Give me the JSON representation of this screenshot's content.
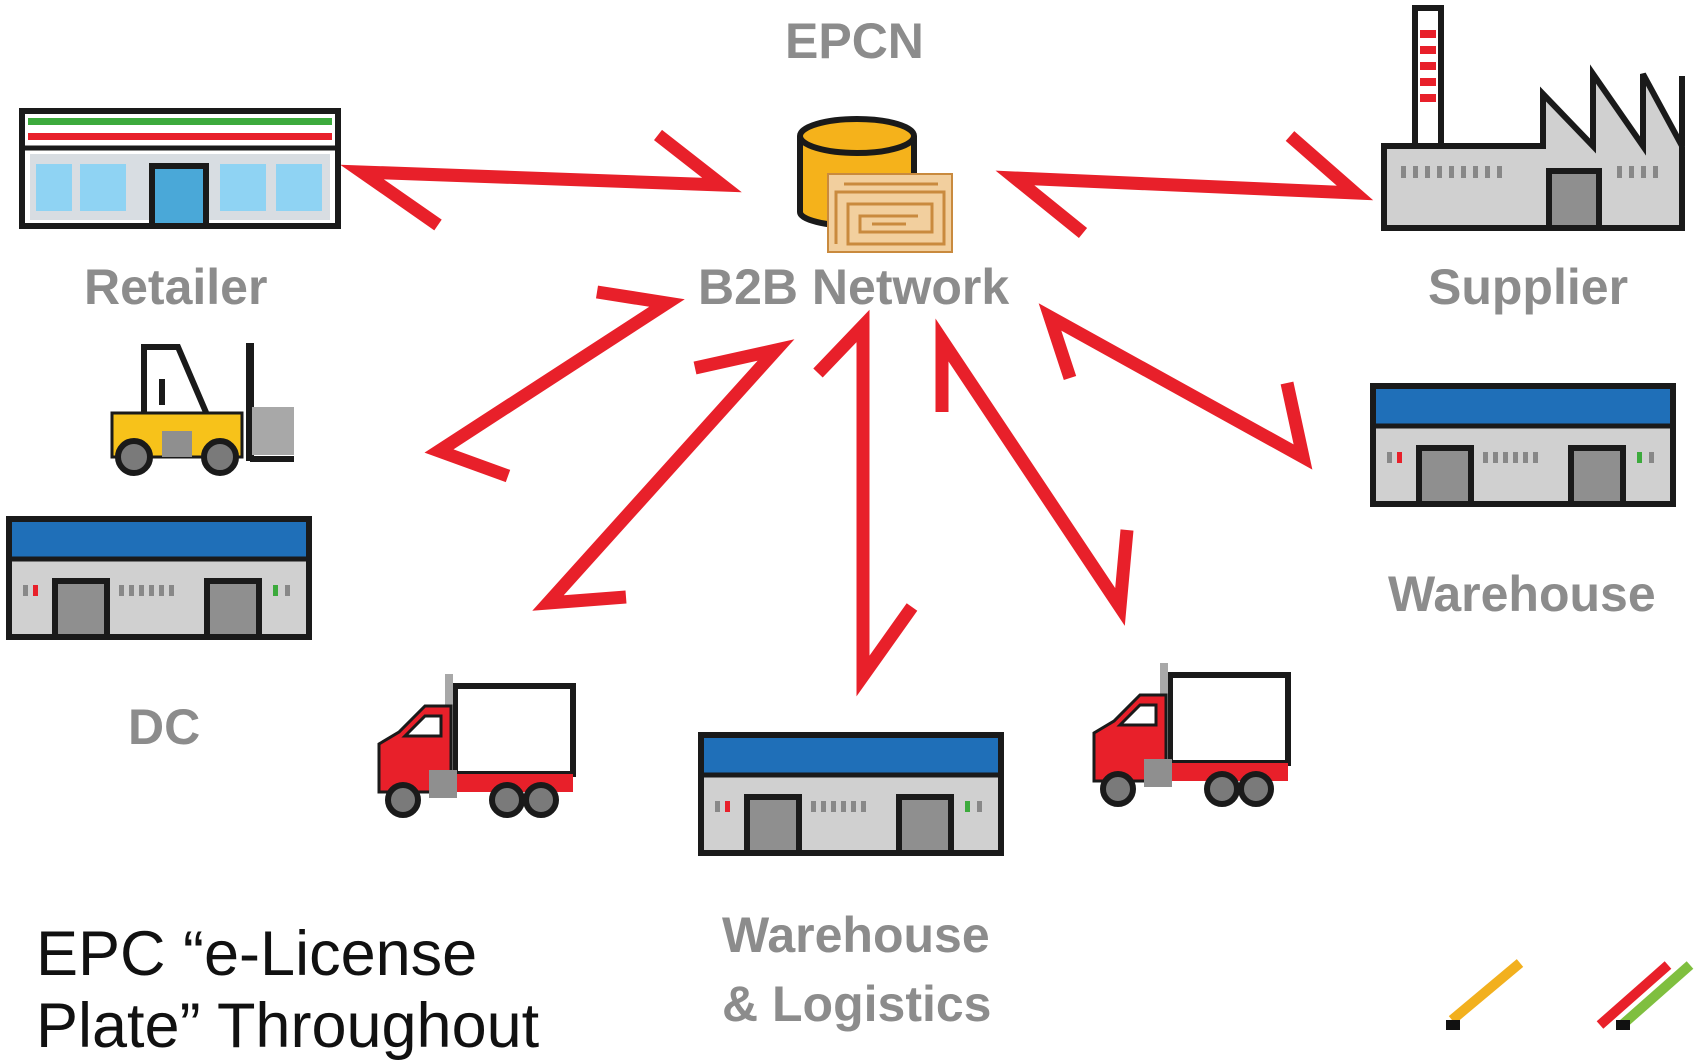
{
  "nodes": {
    "hub_title": "EPCN",
    "hub": "B2B Network",
    "retailer": "Retailer",
    "supplier": "Supplier",
    "warehouse_right": "Warehouse",
    "dc": "DC",
    "warehouse_logistics_line1": "Warehouse",
    "warehouse_logistics_line2": "& Logistics"
  },
  "caption": {
    "line1": "EPC “e-License",
    "line2": "Plate” Throughout"
  },
  "colors": {
    "arrow": "#e8202a",
    "label": "#8c8c8c",
    "building_roof": "#1f6fb8",
    "building_body": "#d0d0d0",
    "door": "#8f8f8f",
    "db_gold": "#f5b21b",
    "rfid_tag": "#e8b877",
    "truck_red": "#e8202a",
    "forklift_yellow": "#f7c21a",
    "logo_yellow": "#f2b01e",
    "logo_red": "#e8202a",
    "logo_green": "#7fbf3f"
  },
  "icons": [
    "store-icon",
    "factory-icon",
    "database-icon",
    "rfid-tag-icon",
    "forklift-icon",
    "warehouse-icon",
    "truck-icon",
    "logo-stripes-icon"
  ]
}
